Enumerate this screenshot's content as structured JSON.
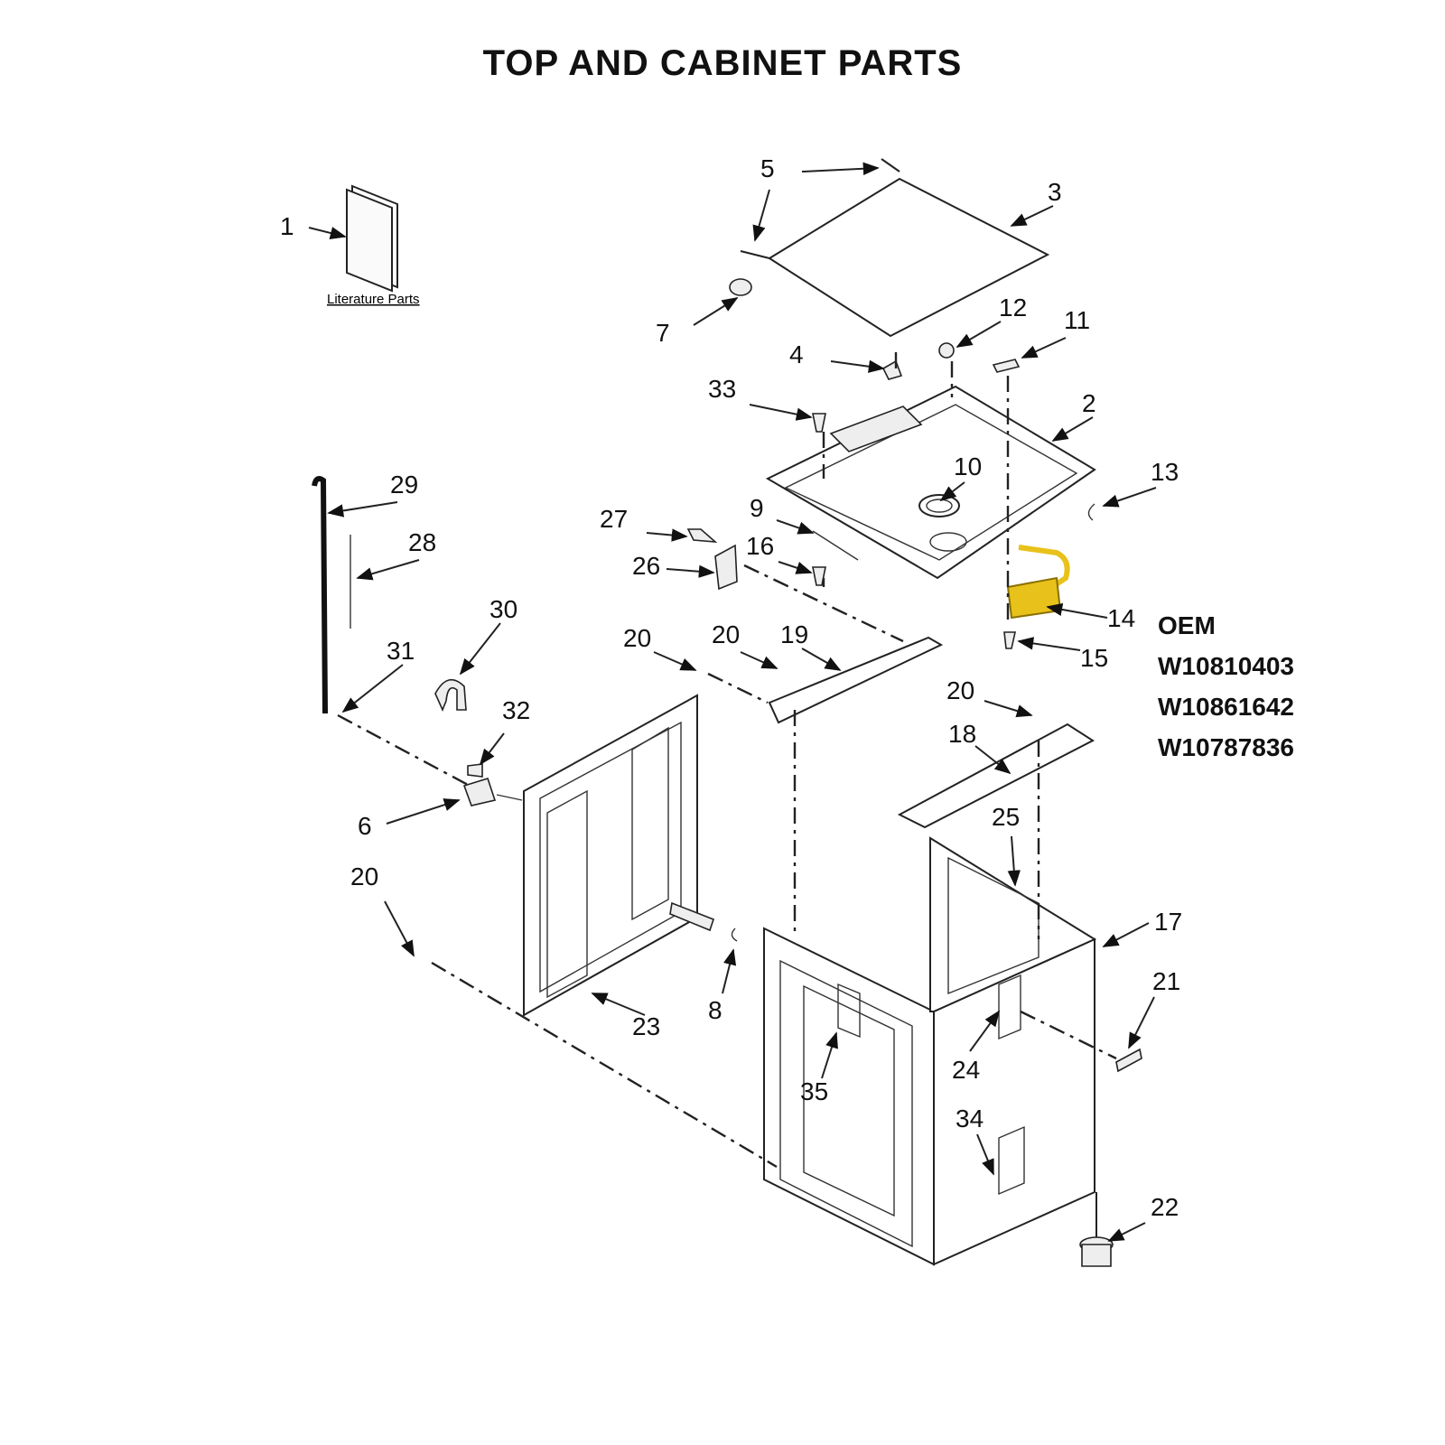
{
  "title": "TOP AND CABINET PARTS",
  "literature_label": "Literature Parts",
  "oem": {
    "heading": "OEM",
    "part_numbers": [
      "W10810403",
      "W10861642",
      "W10787836"
    ]
  },
  "callouts": [
    "1",
    "2",
    "3",
    "4",
    "5",
    "6",
    "7",
    "8",
    "9",
    "10",
    "11",
    "12",
    "13",
    "14",
    "15",
    "16",
    "17",
    "18",
    "19",
    "20",
    "20",
    "20",
    "20",
    "21",
    "22",
    "23",
    "24",
    "25",
    "26",
    "27",
    "28",
    "29",
    "30",
    "31",
    "32",
    "33",
    "34",
    "35"
  ],
  "highlight_color": "#e8c21a"
}
